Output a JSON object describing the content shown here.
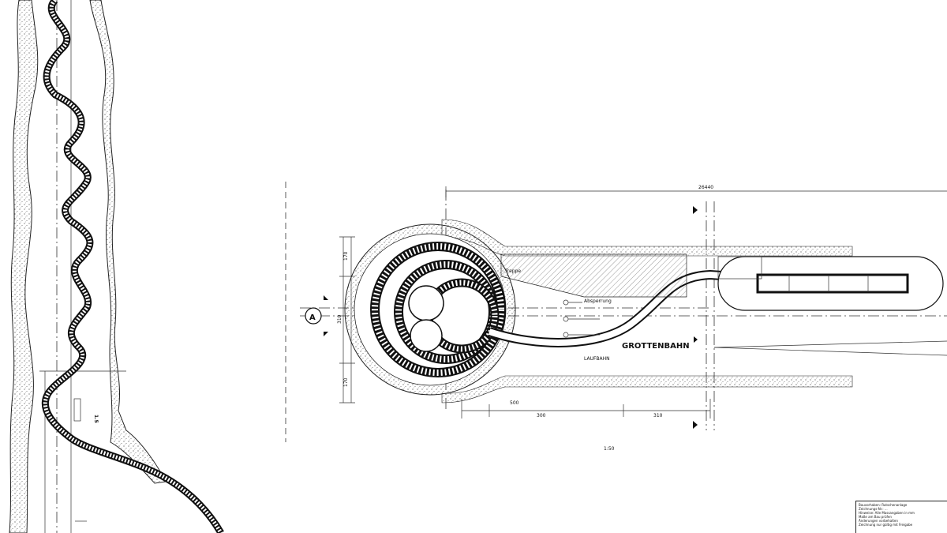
{
  "drawing": {
    "overall_dimension": "26440",
    "scale_label": "1:50",
    "section_marker": {
      "letter": "A"
    },
    "labels": {
      "grottenbahn": "GROTTENBAHN",
      "laufbahn": "LAUFBAHN",
      "absperrungen": "Absperrung",
      "treppe": "Treppe"
    },
    "dimensions_left": [
      "170",
      "170",
      "310"
    ],
    "dimensions_bottom": [
      "500",
      "300",
      "310"
    ],
    "small_dimension": "1.5"
  },
  "title_block": {
    "lines": [
      "Bauvorhaben: Rutschenanlage",
      "Zeichnungs-Nr.: ...",
      "Hinweise: Alle Massangaben in mm",
      "Maße am Bau prüfen",
      "Änderungen vorbehalten",
      "Zeichnung nur gültig mit Freigabe"
    ]
  }
}
